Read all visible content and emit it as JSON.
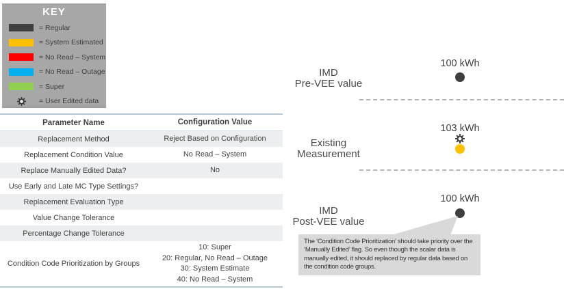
{
  "key": {
    "title": "KEY",
    "items": [
      {
        "label": "= Regular",
        "color": "#3f3f3f",
        "icon": "swatch"
      },
      {
        "label": "= System Estimated",
        "color": "#ffc000",
        "icon": "swatch"
      },
      {
        "label": "= No Read – System",
        "color": "#fe0000",
        "icon": "swatch"
      },
      {
        "label": "= No Read – Outage",
        "color": "#00b0f0",
        "icon": "swatch"
      },
      {
        "label": "= Super",
        "color": "#92d050",
        "icon": "swatch"
      },
      {
        "label": "= User Edited data",
        "color": "#3a3a3a",
        "icon": "gear-icon"
      }
    ]
  },
  "table": {
    "headers": {
      "param": "Parameter Name",
      "config": "Configuration Value"
    },
    "rows": [
      {
        "param": "Replacement Method",
        "config": "Reject Based on Configuration"
      },
      {
        "param": "Replacement Condition Value",
        "config": "No Read – System"
      },
      {
        "param": "Replace Manually Edited Data?",
        "config": "No"
      },
      {
        "param": "Use Early and Late MC Type Settings?",
        "config": ""
      },
      {
        "param": "Replacement Evaluation Type",
        "config": ""
      },
      {
        "param": "Value Change Tolerance",
        "config": ""
      },
      {
        "param": "Percentage Change Tolerance",
        "config": ""
      },
      {
        "param": "Condition Code Prioritization by Groups",
        "config": "10: Super\n20: Regular, No Read – Outage\n30: System Estimate\n40: No Read – System"
      }
    ]
  },
  "diagram": {
    "rows": [
      {
        "label_line1": "IMD",
        "label_line2": "Pre-VEE value",
        "value": "100 kWh",
        "marker": "regular",
        "marker_color": "#3f3f3f"
      },
      {
        "label_line1": "Existing",
        "label_line2": "Measurement",
        "value": "103 kWh",
        "marker": "system-estimated",
        "marker_color": "#ffc000",
        "user_edited": "gear-icon"
      },
      {
        "label_line1": "IMD",
        "label_line2": "Post-VEE value",
        "value": "100 kWh",
        "marker": "regular",
        "marker_color": "#3f3f3f"
      }
    ],
    "callout_text": "The ‘Condition Code Prioritization’ should take priority over the ‘Manually Edited’ flag.  So even though the scalar data is manually edited, it should replaced by regular data based on the condition code groups."
  }
}
